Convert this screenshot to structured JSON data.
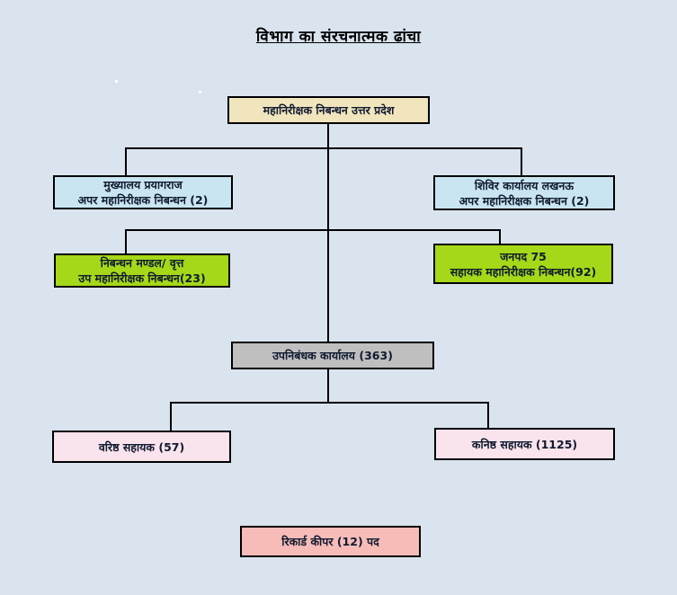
{
  "page": {
    "background": "#DAE4EF",
    "connector_color": "#000000",
    "border_color": "#000000",
    "text_color": "#101A30"
  },
  "org_chart": {
    "title": "विभाग का संरचनात्मक ढांचा",
    "nodes": {
      "root": {
        "line1": "महानिरीक्षक निबन्धन उत्तर प्रदेश",
        "fill": "#F1E5BD"
      },
      "hq_prayagraj": {
        "line1": "मुख्यालय प्रयागराज",
        "line2": "अपर महानिरीक्षक निबन्धन (2)",
        "fill": "#C9E5F2"
      },
      "camp_lucknow": {
        "line1": "शिविर कार्यालय लखनऊ",
        "line2": "अपर महानिरीक्षक निबन्धन (2)",
        "fill": "#C9E5F2"
      },
      "mandal_vrutt": {
        "line1": "निबन्धन मण्डल/ वृत्त",
        "line2": "उप महानिरीक्षक निबन्धन(23)",
        "fill": "#A5D818"
      },
      "janpad": {
        "line1": "जनपद 75",
        "line2": "सहायक महानिरीक्षक निबन्धन(92)",
        "fill": "#A5D818"
      },
      "sub_registrar": {
        "line1": "उपनिबंधक कार्यालय (363)",
        "fill": "#BFBFBF"
      },
      "senior_assistant": {
        "line1": "वरिष्ठ सहायक (57)",
        "fill": "#F9E3EC"
      },
      "junior_assistant": {
        "line1": "कनिष्ठ सहायक (1125)",
        "fill": "#F9E3EC"
      },
      "record_keeper": {
        "line1": "रिकार्ड कीपर (12) पद",
        "fill": "#F7BCB8"
      }
    }
  }
}
